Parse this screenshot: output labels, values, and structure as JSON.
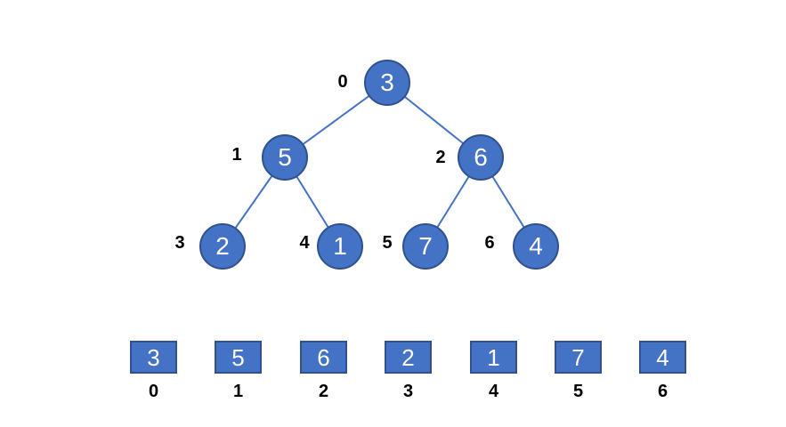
{
  "diagram_title": "binary-tree-with-array-representation",
  "colors": {
    "node_fill": "#4472C4",
    "node_border": "#2F528F",
    "edge": "#4472C4",
    "node_text": "#ffffff",
    "index_text": "#000000",
    "background": "#ffffff"
  },
  "tree": {
    "nodes": [
      {
        "value": "3",
        "index_label": "0"
      },
      {
        "value": "5",
        "index_label": "1"
      },
      {
        "value": "6",
        "index_label": "2"
      },
      {
        "value": "2",
        "index_label": "3"
      },
      {
        "value": "1",
        "index_label": "4"
      },
      {
        "value": "7",
        "index_label": "5"
      },
      {
        "value": "4",
        "index_label": "6"
      }
    ],
    "edges": [
      {
        "from": "0",
        "to": "1"
      },
      {
        "from": "0",
        "to": "2"
      },
      {
        "from": "1",
        "to": "3"
      },
      {
        "from": "1",
        "to": "4"
      },
      {
        "from": "2",
        "to": "5"
      },
      {
        "from": "2",
        "to": "6"
      }
    ]
  },
  "array": {
    "cells": [
      {
        "value": "3",
        "index": "0"
      },
      {
        "value": "5",
        "index": "1"
      },
      {
        "value": "6",
        "index": "2"
      },
      {
        "value": "2",
        "index": "3"
      },
      {
        "value": "1",
        "index": "4"
      },
      {
        "value": "7",
        "index": "5"
      },
      {
        "value": "4",
        "index": "6"
      }
    ]
  }
}
